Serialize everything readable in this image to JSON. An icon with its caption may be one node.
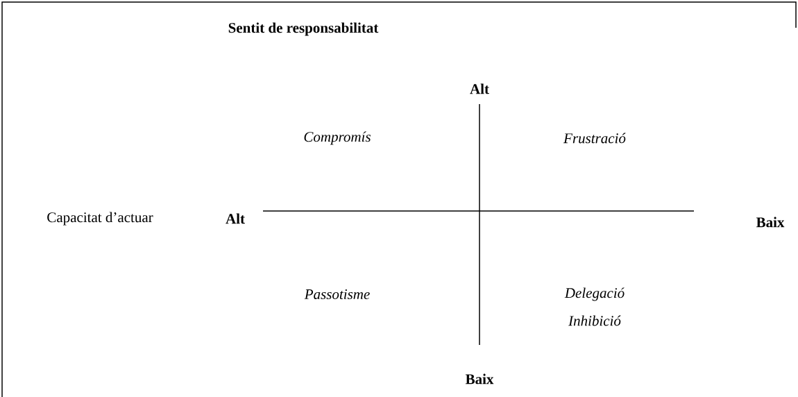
{
  "diagram": {
    "title": "Sentit de responsabilitat",
    "labels": [
      "Alt",
      "Compromís",
      "Frustració",
      "Capacitat d’actuar",
      "Alt",
      "Baix",
      "Passotisme",
      "Delegació",
      "Inhibició",
      "Baix"
    ]
  }
}
